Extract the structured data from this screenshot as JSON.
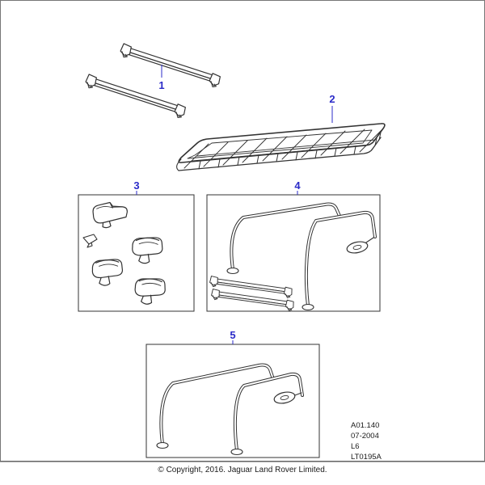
{
  "page": {
    "copyright": "© Copyright, 2016. Jaguar Land Rover Limited."
  },
  "callouts": {
    "1": "1",
    "2": "2",
    "3": "3",
    "4": "4",
    "5": "5"
  },
  "reference": {
    "catalog_code": "A01.140",
    "date_code": "07-2004",
    "variant_code": "L6",
    "sheet_code": "LT0195A"
  },
  "colors": {
    "callout_blue": "#2b2bc8",
    "line_art": "#333333"
  },
  "drawings": {
    "part1": "roof-crossbar-pair",
    "part2": "roof-luggage-basket",
    "part3": "mounting-clamp-kit",
    "part4": "roof-rail-and-crossbar-kit",
    "part5": "roof-rail-kit"
  }
}
